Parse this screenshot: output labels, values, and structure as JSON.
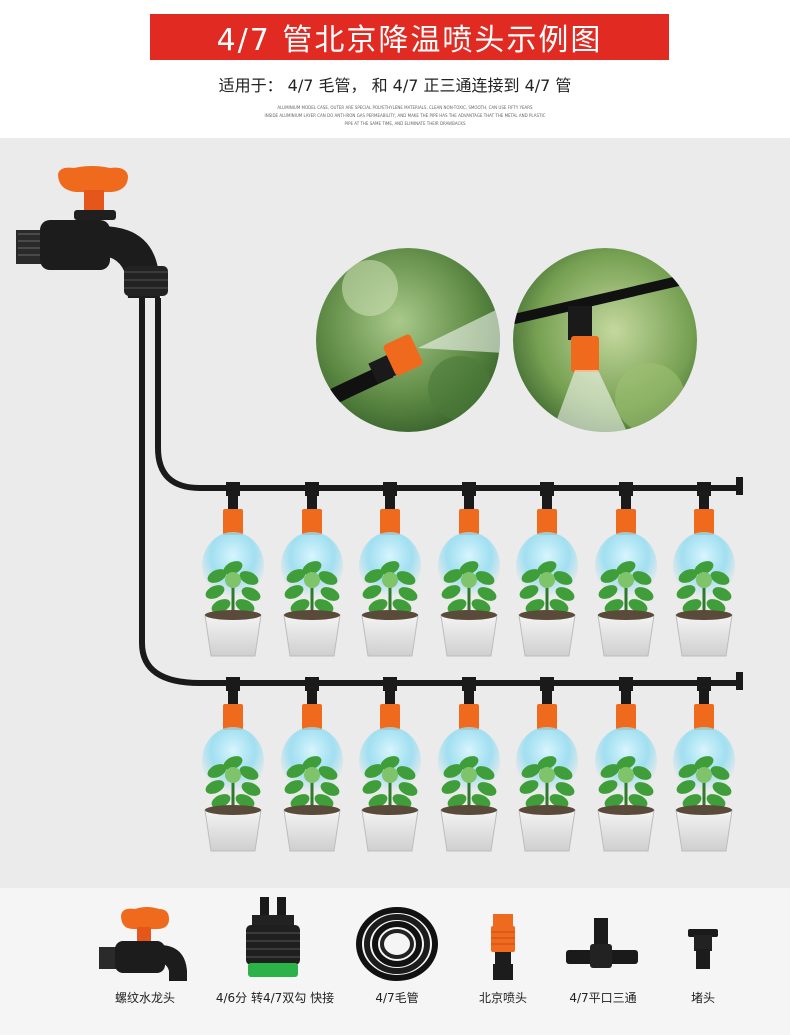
{
  "header": {
    "title": "4/7 管北京降温喷头示例图",
    "subtitle": "适用于： 4/7 毛管， 和 4/7 正三通连接到 4/7 管",
    "fine_print": [
      "ALUMINIUM MODEL CASE, OUTER ARE SPECIAL POLYETHYLENE MATERIALS, CLEAN NON-TOXIC, SMOOTH, CAN USE FIFTY YEARS",
      "INSIDE ALUMINIUM LAYER CAN DO ANTI-IRON GAS PERMEABILITY, AND MAKE THE PIPE HAS THE ADVANTAGE THAT THE METAL AND PLASTIC",
      "PIPE AT THE SAME TIME, AND ELIMINATE THEIR DRAWBACKS"
    ]
  },
  "diagram": {
    "rows": 2,
    "sprayers_per_row": 7
  },
  "components": [
    {
      "label": "螺纹水龙头",
      "icon": "faucet-icon"
    },
    {
      "label": "4/6分 转4/7双勾 快接",
      "icon": "double-hook-connector-icon"
    },
    {
      "label": "4/7毛管",
      "icon": "coiled-tube-icon"
    },
    {
      "label": "北京喷头",
      "icon": "beijing-nozzle-icon"
    },
    {
      "label": "4/7平口三通",
      "icon": "tee-connector-icon"
    },
    {
      "label": "堵头",
      "icon": "end-plug-icon"
    }
  ],
  "colors": {
    "title_bg": "#e02a22",
    "nozzle_orange": "#f06a1e",
    "pipe_black": "#1a1a1a",
    "mist_blue": "#8fdcf2"
  }
}
